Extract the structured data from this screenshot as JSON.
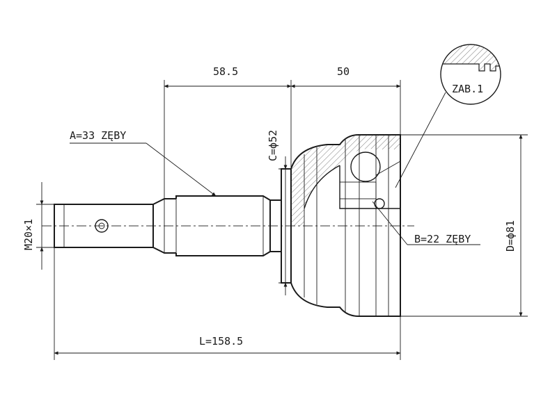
{
  "dimensions": {
    "splined_length": "58.5",
    "bell_length": "50",
    "outer_spline": "A=33 ZĘBY",
    "seal_diameter": "C=ϕ52",
    "thread": "M20×1",
    "inner_spline": "B=22 ZĘBY",
    "outer_diameter": "D=ϕ81",
    "total_length": "L=158.5"
  },
  "detail": {
    "label": "ZAB.1"
  }
}
